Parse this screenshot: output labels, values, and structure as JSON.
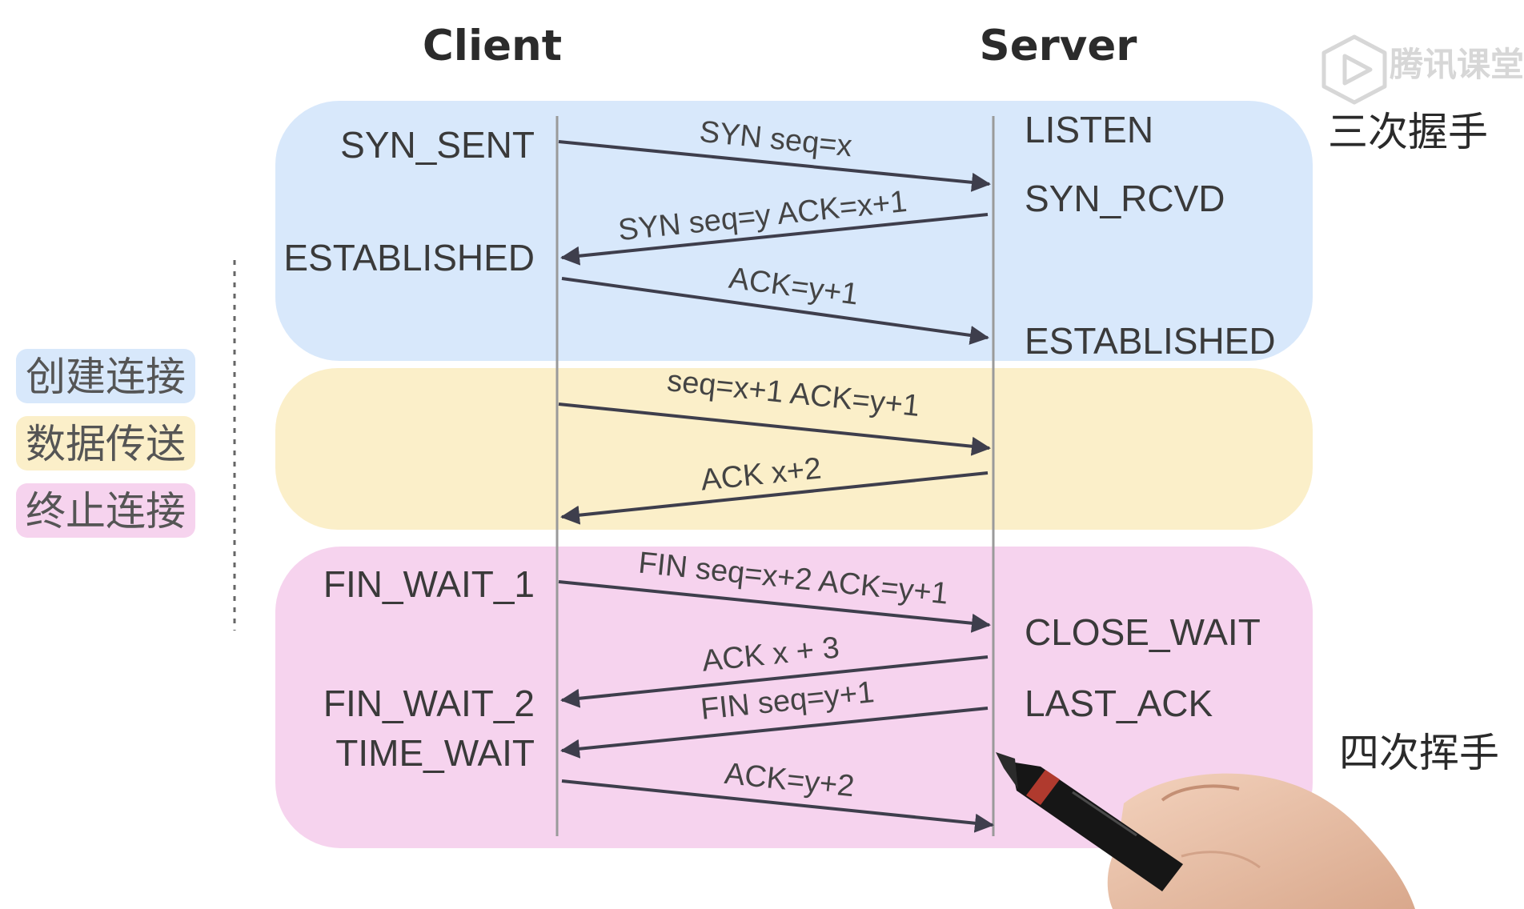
{
  "headers": {
    "client": "Client",
    "server": "Server"
  },
  "watermark": {
    "text": "腾讯课堂",
    "icon": "play-icon"
  },
  "phases": {
    "handshake_label": "三次握手",
    "wave_label": "四次挥手"
  },
  "legend": {
    "establish": "创建连接",
    "transfer": "数据传送",
    "terminate": "终止连接"
  },
  "client_states": {
    "syn_sent": "SYN_SENT",
    "established": "ESTABLISHED",
    "fin_wait_1": "FIN_WAIT_1",
    "fin_wait_2": "FIN_WAIT_2",
    "time_wait": "TIME_WAIT"
  },
  "server_states": {
    "listen": "LISTEN",
    "syn_rcvd": "SYN_RCVD",
    "established": "ESTABLISHED",
    "close_wait": "CLOSE_WAIT",
    "last_ack": "LAST_ACK"
  },
  "messages": [
    {
      "label": "SYN seq=x",
      "direction": "client-to-server",
      "phase": "connect"
    },
    {
      "label": "SYN seq=y ACK=x+1",
      "direction": "server-to-client",
      "phase": "connect"
    },
    {
      "label": "ACK=y+1",
      "direction": "client-to-server",
      "phase": "connect"
    },
    {
      "label": "seq=x+1 ACK=y+1",
      "direction": "client-to-server",
      "phase": "transfer"
    },
    {
      "label": "ACK x+2",
      "direction": "server-to-client",
      "phase": "transfer"
    },
    {
      "label": "FIN seq=x+2 ACK=y+1",
      "direction": "client-to-server",
      "phase": "terminate"
    },
    {
      "label": "ACK x + 3",
      "direction": "server-to-client",
      "phase": "terminate"
    },
    {
      "label": "FIN seq=y+1",
      "direction": "server-to-client",
      "phase": "terminate"
    },
    {
      "label": "ACK=y+2",
      "direction": "client-to-server",
      "phase": "terminate"
    }
  ],
  "colors": {
    "connect_bg": "#d8e8fb",
    "transfer_bg": "#fbefc9",
    "terminate_bg": "#f6d3ee",
    "arrow": "#3e3e4c"
  }
}
